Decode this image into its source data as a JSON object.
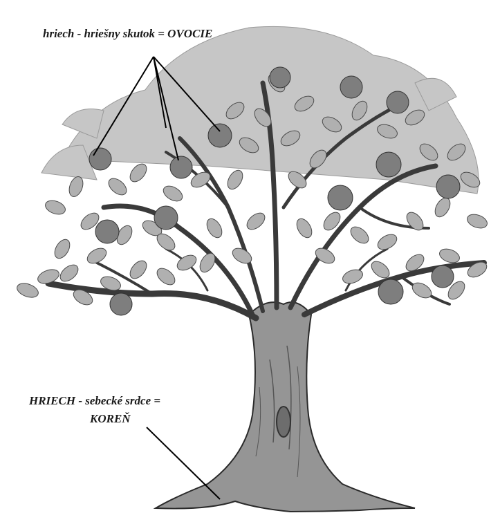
{
  "labels": {
    "fruit": "hriech -  hriešny skutok = OVOCIE",
    "root_line1": "HRIECH -  sebecké srdce =",
    "root_line2": "KOREŇ"
  },
  "colors": {
    "background": "#ffffff",
    "leaf_light": "#b9b9b9",
    "leaf_mid": "#a6a6a6",
    "fruit": "#7a7a7a",
    "trunk": "#8f8f8f",
    "outline": "#2a2a2a"
  }
}
